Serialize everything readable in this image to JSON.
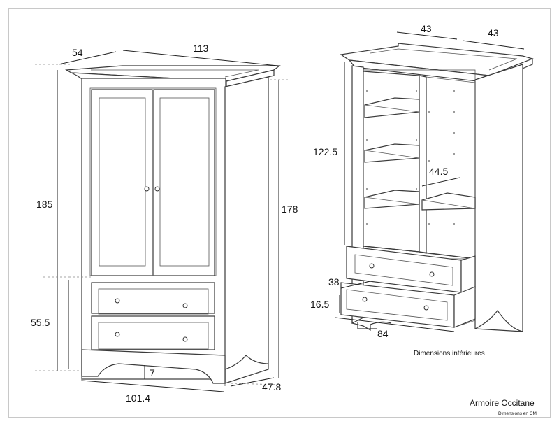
{
  "title": "Armoire Occitane",
  "subtitle": "Dimensions en CM",
  "interior_caption": "Dimensions intérieures",
  "left_view": {
    "depth_top": "54",
    "width_top": "113",
    "height_total": "185",
    "height_body": "178",
    "height_drawers": "55.5",
    "foot_height": "7",
    "width_bottom": "101.4",
    "depth_bottom": "47.8"
  },
  "right_view": {
    "width_left": "43",
    "width_right": "43",
    "height_interior": "122.5",
    "depth_shelf": "44.5",
    "drawer_depth": "38",
    "drawer_height": "16.5",
    "drawer_width": "84"
  }
}
